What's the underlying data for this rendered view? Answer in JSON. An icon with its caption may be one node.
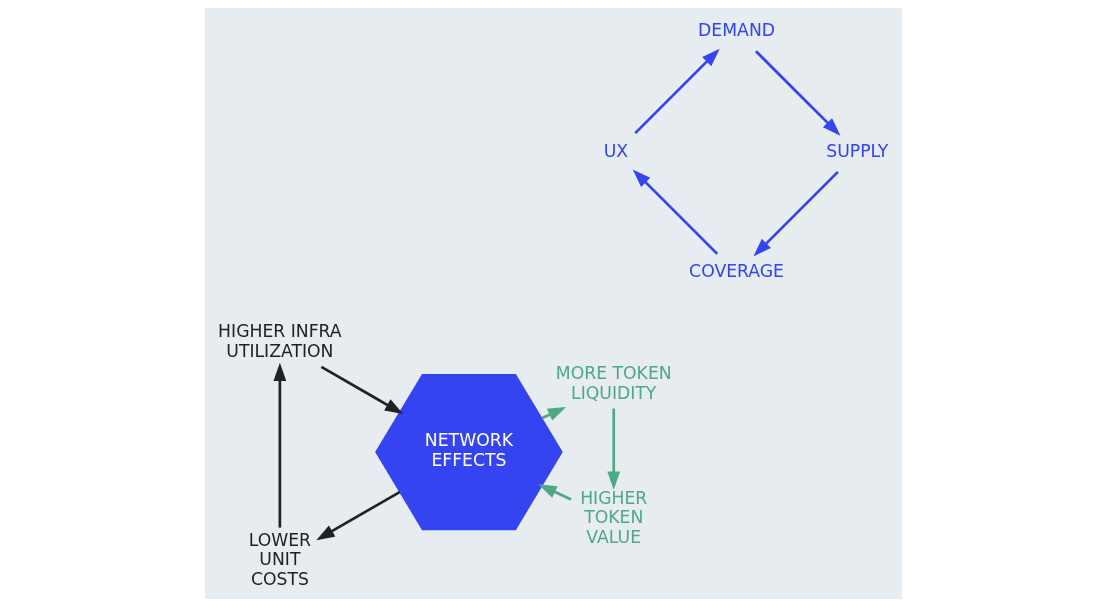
{
  "diagram": {
    "nodes": [
      {
        "text": [
          "NETWORK EFFECTS"
        ]
      },
      {
        "text": [
          "COVERAGE"
        ]
      },
      {
        "text": [
          "UX"
        ]
      },
      {
        "text": [
          "DEMAND"
        ]
      },
      {
        "text": [
          "SUPPLY"
        ]
      },
      {
        "text": [
          "HIGHER INFRA UTILIZATION"
        ]
      },
      {
        "text": [
          "LOWER UNIT COSTS"
        ]
      },
      {
        "text": [
          "MORE TOKEN LIQUIDITY"
        ]
      },
      {
        "text": [
          "HIGHER TOKEN VALUE"
        ]
      }
    ],
    "edges": [
      {
        "from": 4,
        "to": 1,
        "arrow": "to",
        "color": "#3344f0"
      },
      {
        "from": 1,
        "to": 2,
        "arrow": "to",
        "color": "#3344f0"
      },
      {
        "from": 2,
        "to": 3,
        "arrow": "to",
        "color": "#3344f0"
      },
      {
        "from": 3,
        "to": 4,
        "arrow": "to",
        "color": "#3344f0"
      },
      {
        "from": 5,
        "to": 0,
        "arrow": "to",
        "color": "#222222"
      },
      {
        "from": 0,
        "to": 6,
        "arrow": "to",
        "color": "#222222"
      },
      {
        "from": 6,
        "to": 5,
        "arrow": "to",
        "color": "#222222"
      },
      {
        "from": 0,
        "to": 7,
        "arrow": "to",
        "color": "#4fa884"
      },
      {
        "from": 7,
        "to": 8,
        "arrow": "to",
        "color": "#4fa884"
      },
      {
        "from": 8,
        "to": 0,
        "arrow": "to",
        "color": "#4fa884"
      }
    ]
  }
}
